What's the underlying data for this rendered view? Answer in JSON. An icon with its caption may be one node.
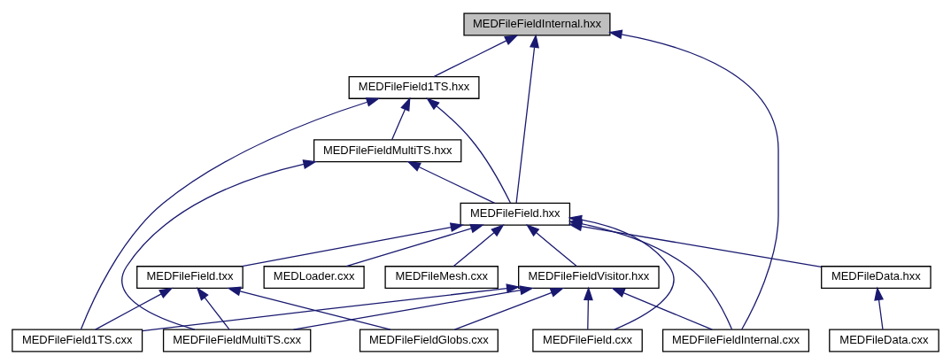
{
  "diagram": {
    "nodes": [
      {
        "text": [
          "MEDFileFieldInternal.hxx"
        ]
      },
      {
        "text": [
          "MEDFileField1TS.hxx"
        ]
      },
      {
        "text": [
          "MEDFileFieldMultiTS.hxx"
        ]
      },
      {
        "text": [
          "MEDFileField.hxx"
        ]
      },
      {
        "text": [
          "MEDFileField.txx"
        ]
      },
      {
        "text": [
          "MEDLoader.cxx"
        ]
      },
      {
        "text": [
          "MEDFileFieldVisitor.hxx"
        ]
      },
      {
        "text": [
          "MEDFileMesh.cxx"
        ]
      },
      {
        "text": [
          "MEDFileData.hxx"
        ]
      },
      {
        "text": [
          "MEDFileField1TS.cxx"
        ]
      },
      {
        "text": [
          "MEDFileFieldMultiTS.cxx"
        ]
      },
      {
        "text": [
          "MEDFileFieldGlobs.cxx"
        ]
      },
      {
        "text": [
          "MEDFileField.cxx"
        ]
      },
      {
        "text": [
          "MEDFileFieldInternal.cxx"
        ]
      },
      {
        "text": [
          "MEDFileData.cxx"
        ]
      }
    ],
    "edges": [
      {
        "from": 1,
        "to": 0,
        "arrow": "to"
      },
      {
        "from": 3,
        "to": 0,
        "arrow": "to"
      },
      {
        "from": 13,
        "to": 0,
        "arrow": "to"
      },
      {
        "from": 2,
        "to": 1,
        "arrow": "to"
      },
      {
        "from": 3,
        "to": 1,
        "arrow": "to"
      },
      {
        "from": 9,
        "to": 1,
        "arrow": "to"
      },
      {
        "from": 3,
        "to": 2,
        "arrow": "to"
      },
      {
        "from": 10,
        "to": 2,
        "arrow": "to"
      },
      {
        "from": 4,
        "to": 3,
        "arrow": "to"
      },
      {
        "from": 5,
        "to": 3,
        "arrow": "to"
      },
      {
        "from": 6,
        "to": 3,
        "arrow": "to"
      },
      {
        "from": 7,
        "to": 3,
        "arrow": "to"
      },
      {
        "from": 8,
        "to": 3,
        "arrow": "to"
      },
      {
        "from": 12,
        "to": 3,
        "arrow": "to"
      },
      {
        "from": 13,
        "to": 3,
        "arrow": "to"
      },
      {
        "from": 9,
        "to": 4,
        "arrow": "to"
      },
      {
        "from": 10,
        "to": 4,
        "arrow": "to"
      },
      {
        "from": 11,
        "to": 4,
        "arrow": "to"
      },
      {
        "from": 9,
        "to": 6,
        "arrow": "to"
      },
      {
        "from": 10,
        "to": 6,
        "arrow": "to"
      },
      {
        "from": 11,
        "to": 6,
        "arrow": "to"
      },
      {
        "from": 12,
        "to": 6,
        "arrow": "to"
      },
      {
        "from": 13,
        "to": 6,
        "arrow": "to"
      },
      {
        "from": 14,
        "to": 8,
        "arrow": "to"
      }
    ]
  }
}
